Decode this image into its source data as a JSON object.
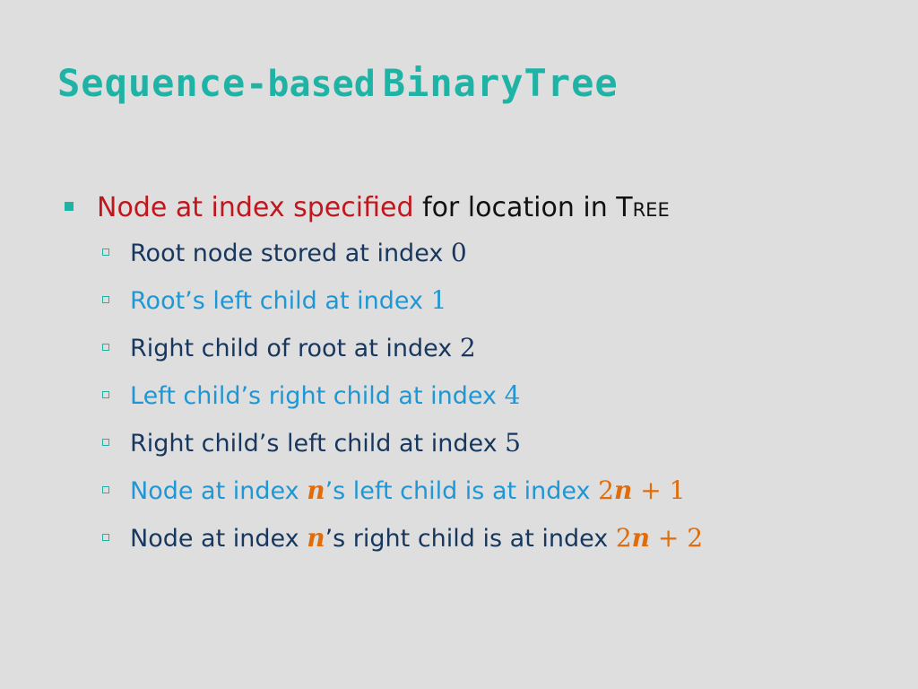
{
  "slide": {
    "title": {
      "part1": "Sequence",
      "part2": "-based",
      "part3": "BinaryTree"
    },
    "bullet": {
      "red_text": "Node at index specified",
      "black_text_prefix": " for location in ",
      "black_text_smallcaps": "Tree"
    },
    "sub_items": [
      {
        "text": "Root node stored at index ",
        "index": "0"
      },
      {
        "text": "Root’s left child at index ",
        "index": "1"
      },
      {
        "text": "Right child of root at index ",
        "index": "2"
      },
      {
        "text": "Left child’s right child at index ",
        "index": "4"
      },
      {
        "text": "Right child’s left child at index ",
        "index": "5"
      },
      {
        "text_a": "Node at index ",
        "n": "n",
        "text_b": "’s left child is at index ",
        "expr_coef": "2",
        "expr_var": "n",
        "expr_rest": " + 1"
      },
      {
        "text_a": "Node at index ",
        "n": "n",
        "text_b": "’s right child is at index ",
        "expr_coef": "2",
        "expr_var": "n",
        "expr_rest": " + 2"
      }
    ],
    "colors": {
      "title": "#1fb3a6",
      "bullet_red": "#c0171e",
      "navy": "#17375e",
      "blue": "#1f97d4",
      "orange": "#e06c0a",
      "background": "#dedede"
    }
  }
}
